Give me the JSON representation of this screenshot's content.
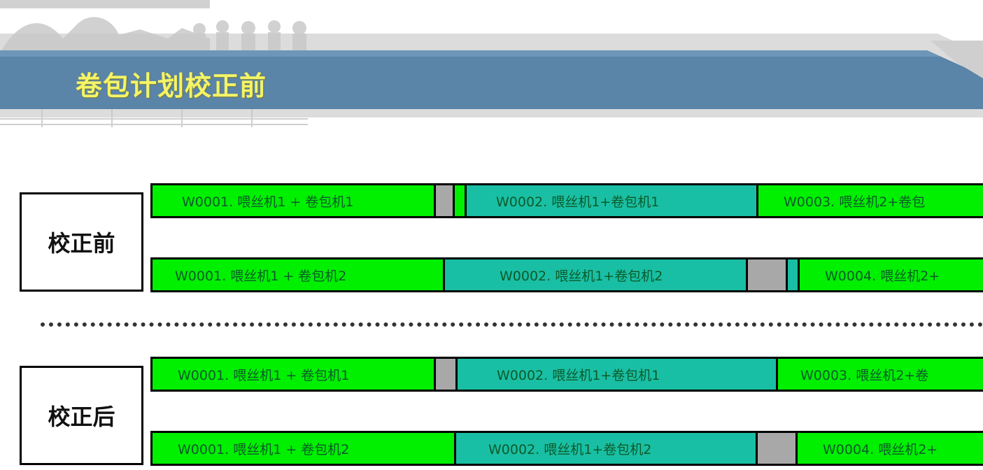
{
  "header": {
    "title": "卷包计划校正前"
  },
  "groups": [
    {
      "label": "校正前",
      "rows": [
        {
          "segments": [
            {
              "kind": "task",
              "color": "green",
              "text": "W0001. 喂丝机1 + 卷包机1"
            },
            {
              "kind": "gap",
              "color": "gray",
              "text": ""
            },
            {
              "kind": "marker",
              "color": "green",
              "text": ""
            },
            {
              "kind": "task",
              "color": "teal",
              "text": "W0002. 喂丝机1+卷包机1"
            },
            {
              "kind": "task",
              "color": "green",
              "text": "W0003. 喂丝机2+卷包"
            }
          ]
        },
        {
          "segments": [
            {
              "kind": "task",
              "color": "green",
              "text": "W0001. 喂丝机1 + 卷包机2"
            },
            {
              "kind": "task",
              "color": "teal",
              "text": "W0002. 喂丝机1+卷包机2"
            },
            {
              "kind": "gap",
              "color": "gray",
              "text": ""
            },
            {
              "kind": "marker",
              "color": "teal",
              "text": ""
            },
            {
              "kind": "task",
              "color": "green",
              "text": "W0004. 喂丝机2+"
            }
          ]
        }
      ]
    },
    {
      "label": "校正后",
      "rows": [
        {
          "segments": [
            {
              "kind": "task",
              "color": "green",
              "text": "W0001. 喂丝机1 + 卷包机1"
            },
            {
              "kind": "gap",
              "color": "gray",
              "text": ""
            },
            {
              "kind": "task",
              "color": "teal",
              "text": "W0002. 喂丝机1+卷包机1"
            },
            {
              "kind": "task",
              "color": "green",
              "text": "W0003. 喂丝机2+卷"
            }
          ]
        },
        {
          "segments": [
            {
              "kind": "task",
              "color": "green",
              "text": "W0001. 喂丝机1 + 卷包机2"
            },
            {
              "kind": "task",
              "color": "teal",
              "text": "W0002. 喂丝机1+卷包机2"
            },
            {
              "kind": "gap",
              "color": "gray",
              "text": ""
            },
            {
              "kind": "task",
              "color": "green",
              "text": "W0004. 喂丝机2+"
            }
          ]
        }
      ]
    }
  ],
  "colors": {
    "banner_blue": "#5a84a8",
    "title_yellow": "#f4f466",
    "task_green": "#00f000",
    "task_teal": "#19bfa4",
    "gap_gray": "#a8a8a8"
  }
}
